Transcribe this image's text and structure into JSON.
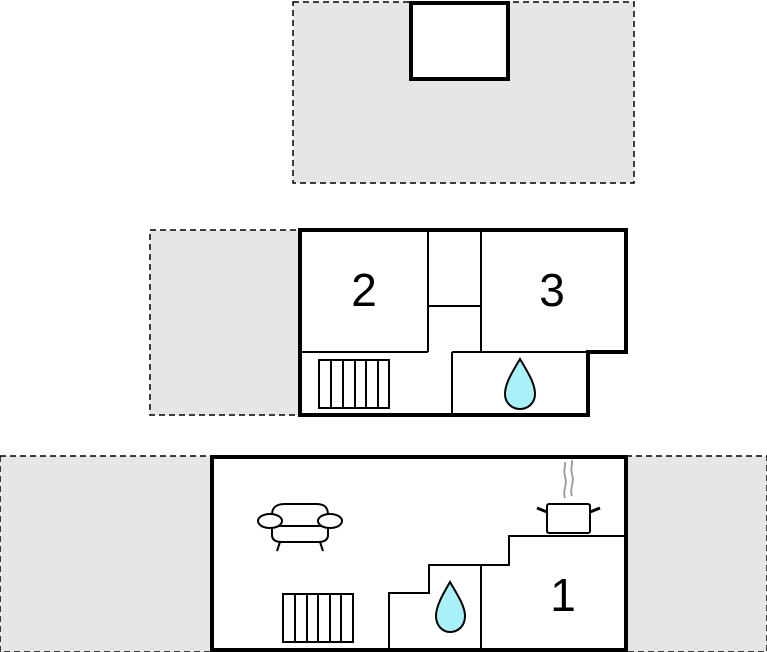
{
  "floors": [
    {
      "name": "attic"
    },
    {
      "name": "first-floor",
      "rooms": [
        {
          "label": "2"
        },
        {
          "label": "3"
        }
      ]
    },
    {
      "name": "ground-floor",
      "rooms": [
        {
          "label": "1"
        }
      ]
    }
  ],
  "colors": {
    "outdoor_area": "#e6e6e6",
    "water_drop": "#aaf0f8",
    "wall": "#000000"
  },
  "icons": [
    "radiator-icon",
    "water-drop-icon",
    "sofa-icon",
    "cooking-pot-icon"
  ]
}
